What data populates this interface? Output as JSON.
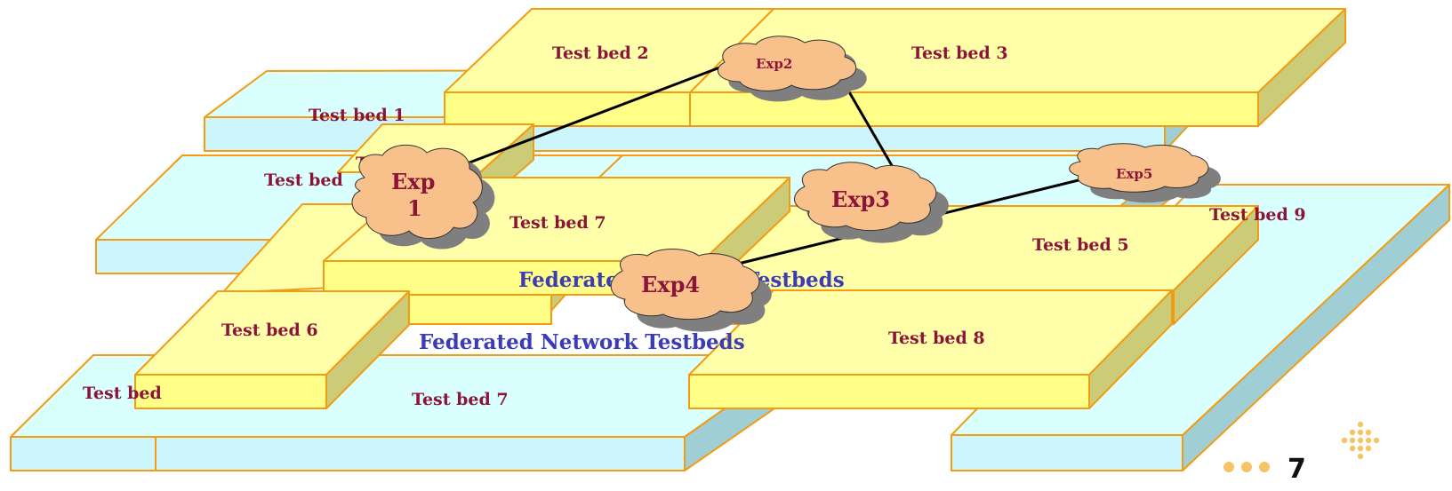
{
  "colors": {
    "cyan_top": "#d9ffff",
    "cyan_front": "#ccf6fb",
    "cyan_side": "#9fcfd4",
    "yellow_top": "#ffffaa",
    "yellow_front": "#ffff88",
    "yellow_side": "#cbcb78",
    "border": "#f39c12",
    "cloud_fill": "#f8c08a",
    "cloud_shadow": "#7f7f7f",
    "link": "#000000",
    "label": "#8b1538",
    "federated": "#3c3cb4",
    "dots": "#f5c469"
  },
  "beds": {
    "cyan_1": "Test bed 1",
    "cyan_7": "Test bed 7",
    "cyan_8": "Test bed",
    "cyan_9": "Test bed 9",
    "cyan_left": "Test bed",
    "yellow_2": "Test bed 2",
    "yellow_3": "Test bed 3",
    "yellow_4": "Test bed",
    "yellow_7": "Test bed 7",
    "yellow_5": "Test bed 5",
    "yellow_6": "Test bed 6",
    "yellow_8": "Test bed 8",
    "hidden_t": "T"
  },
  "federated": {
    "upper": "Federated Network Testbeds",
    "lower": "Federated Network Testbeds"
  },
  "experiments": {
    "exp1_line1": "Exp",
    "exp1_line2": "1",
    "exp2": "Exp2",
    "exp3": "Exp3",
    "exp4": "Exp4",
    "exp5": "Exp5"
  },
  "page_number": "7"
}
